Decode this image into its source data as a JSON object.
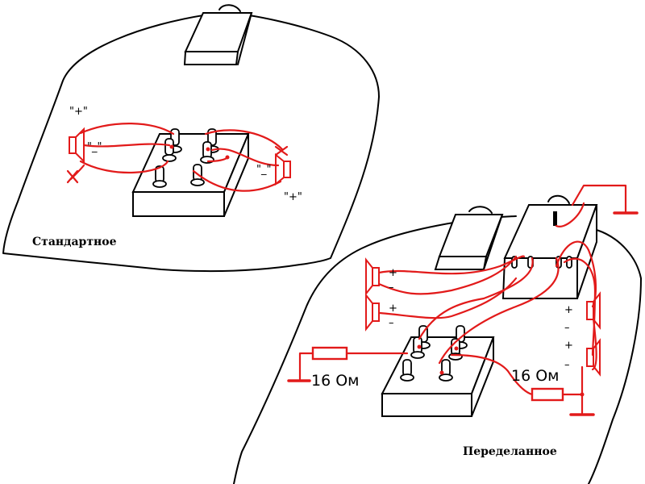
{
  "labels": {
    "standard": "Стандартное",
    "modified": "Переделанное"
  },
  "standard_marks": {
    "left_plus": "\"+\"",
    "left_minus": "\"_\"",
    "right_minus": "\"_\"",
    "right_plus": "\"+\""
  },
  "modified_marks": {
    "left_top_plus": "+",
    "left_top_minus": "–",
    "left_bottom_plus": "+",
    "left_bottom_minus": "–",
    "right_top_plus": "+",
    "right_top_minus": "–",
    "right_bottom_plus": "+",
    "right_bottom_minus": "–"
  },
  "resistors": {
    "left_value": "16 Ом",
    "right_value": "16 Ом"
  },
  "colors": {
    "wire": "#e21a1a",
    "outline": "#000000",
    "background": "#ffffff"
  }
}
